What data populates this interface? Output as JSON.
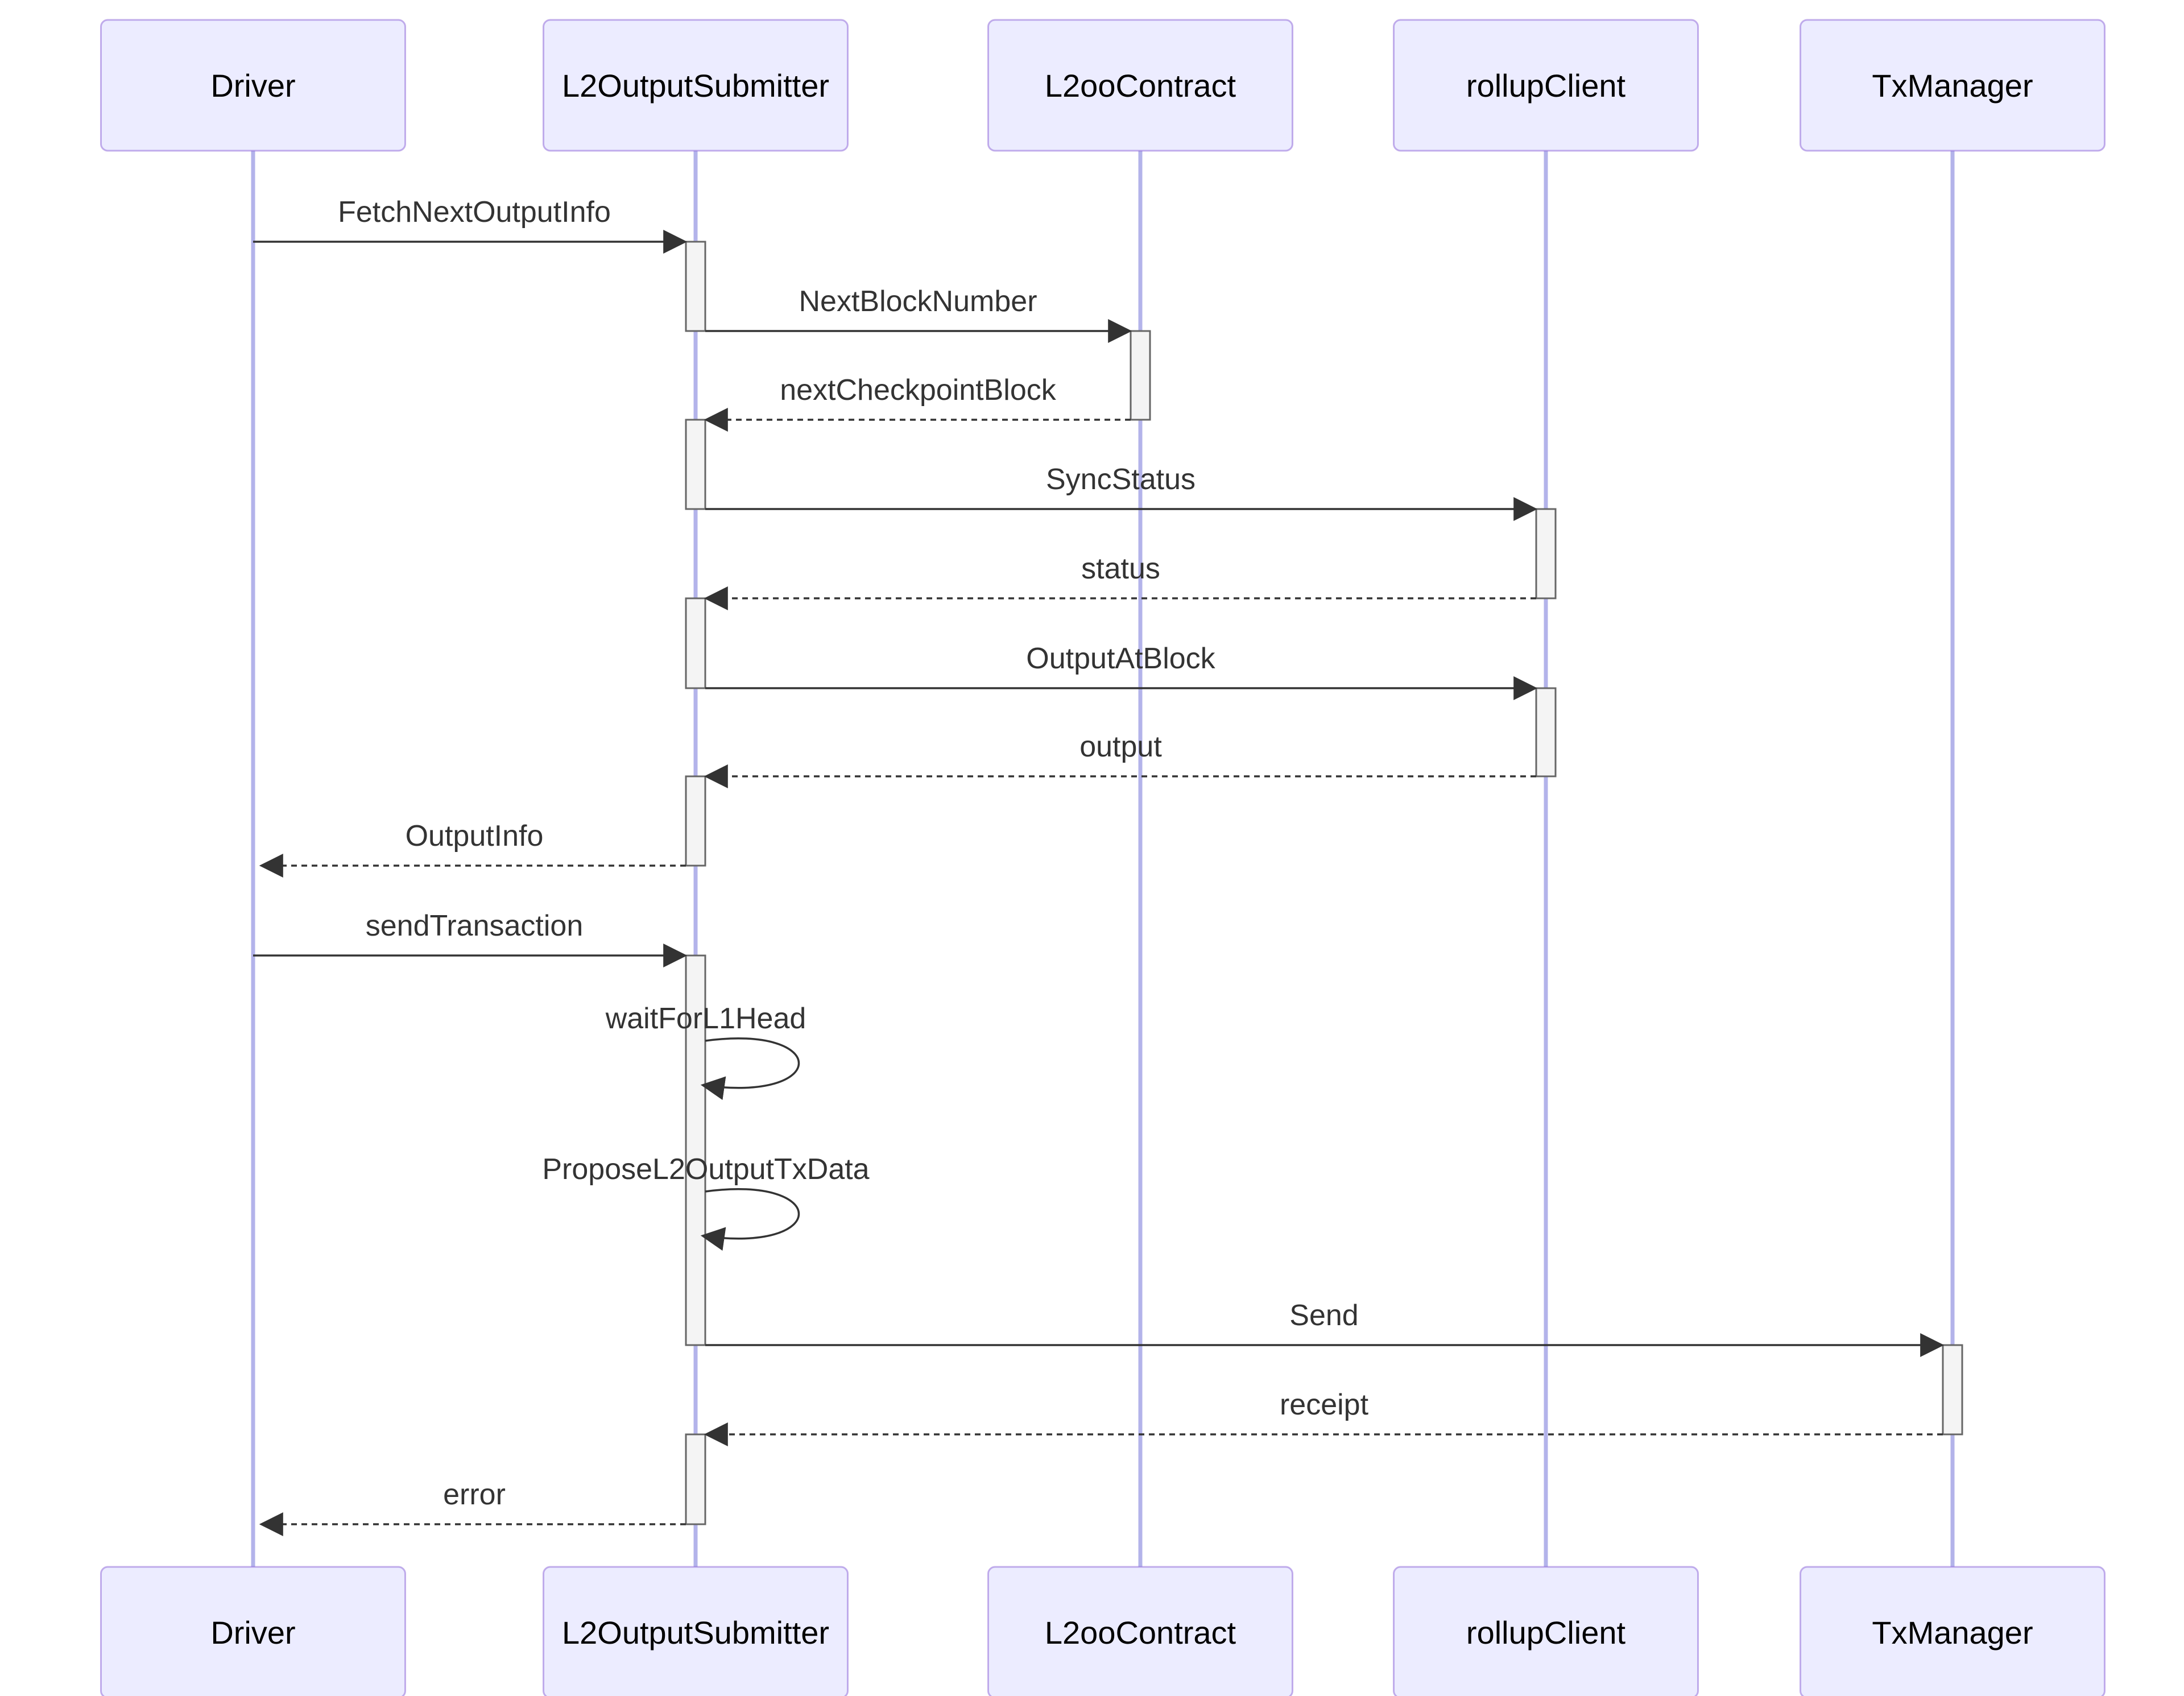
{
  "participants": [
    {
      "id": "driver",
      "label": "Driver"
    },
    {
      "id": "submitter",
      "label": "L2OutputSubmitter"
    },
    {
      "id": "l2oo",
      "label": "L2ooContract"
    },
    {
      "id": "rollup",
      "label": "rollupClient"
    },
    {
      "id": "txmgr",
      "label": "TxManager"
    }
  ],
  "messages": [
    {
      "from": "driver",
      "to": "submitter",
      "label": "FetchNextOutputInfo",
      "style": "solid"
    },
    {
      "from": "submitter",
      "to": "l2oo",
      "label": "NextBlockNumber",
      "style": "solid"
    },
    {
      "from": "l2oo",
      "to": "submitter",
      "label": "nextCheckpointBlock",
      "style": "dashed"
    },
    {
      "from": "submitter",
      "to": "rollup",
      "label": "SyncStatus",
      "style": "solid"
    },
    {
      "from": "rollup",
      "to": "submitter",
      "label": "status",
      "style": "dashed"
    },
    {
      "from": "submitter",
      "to": "rollup",
      "label": "OutputAtBlock",
      "style": "solid"
    },
    {
      "from": "rollup",
      "to": "submitter",
      "label": "output",
      "style": "dashed"
    },
    {
      "from": "submitter",
      "to": "driver",
      "label": "OutputInfo",
      "style": "dashed"
    },
    {
      "from": "driver",
      "to": "submitter",
      "label": "sendTransaction",
      "style": "solid"
    },
    {
      "from": "submitter",
      "to": "submitter",
      "label": "waitForL1Head",
      "style": "solid"
    },
    {
      "from": "submitter",
      "to": "submitter",
      "label": "ProposeL2OutputTxData",
      "style": "solid"
    },
    {
      "from": "submitter",
      "to": "txmgr",
      "label": "Send",
      "style": "solid"
    },
    {
      "from": "txmgr",
      "to": "submitter",
      "label": "receipt",
      "style": "dashed"
    },
    {
      "from": "submitter",
      "to": "driver",
      "label": "error",
      "style": "dashed"
    }
  ],
  "colors": {
    "actor_fill": "#ececff",
    "actor_border": "#9370db",
    "lifeline": "#b3b3ea",
    "arrow": "#333333",
    "activation_fill": "#f4f4f4"
  }
}
